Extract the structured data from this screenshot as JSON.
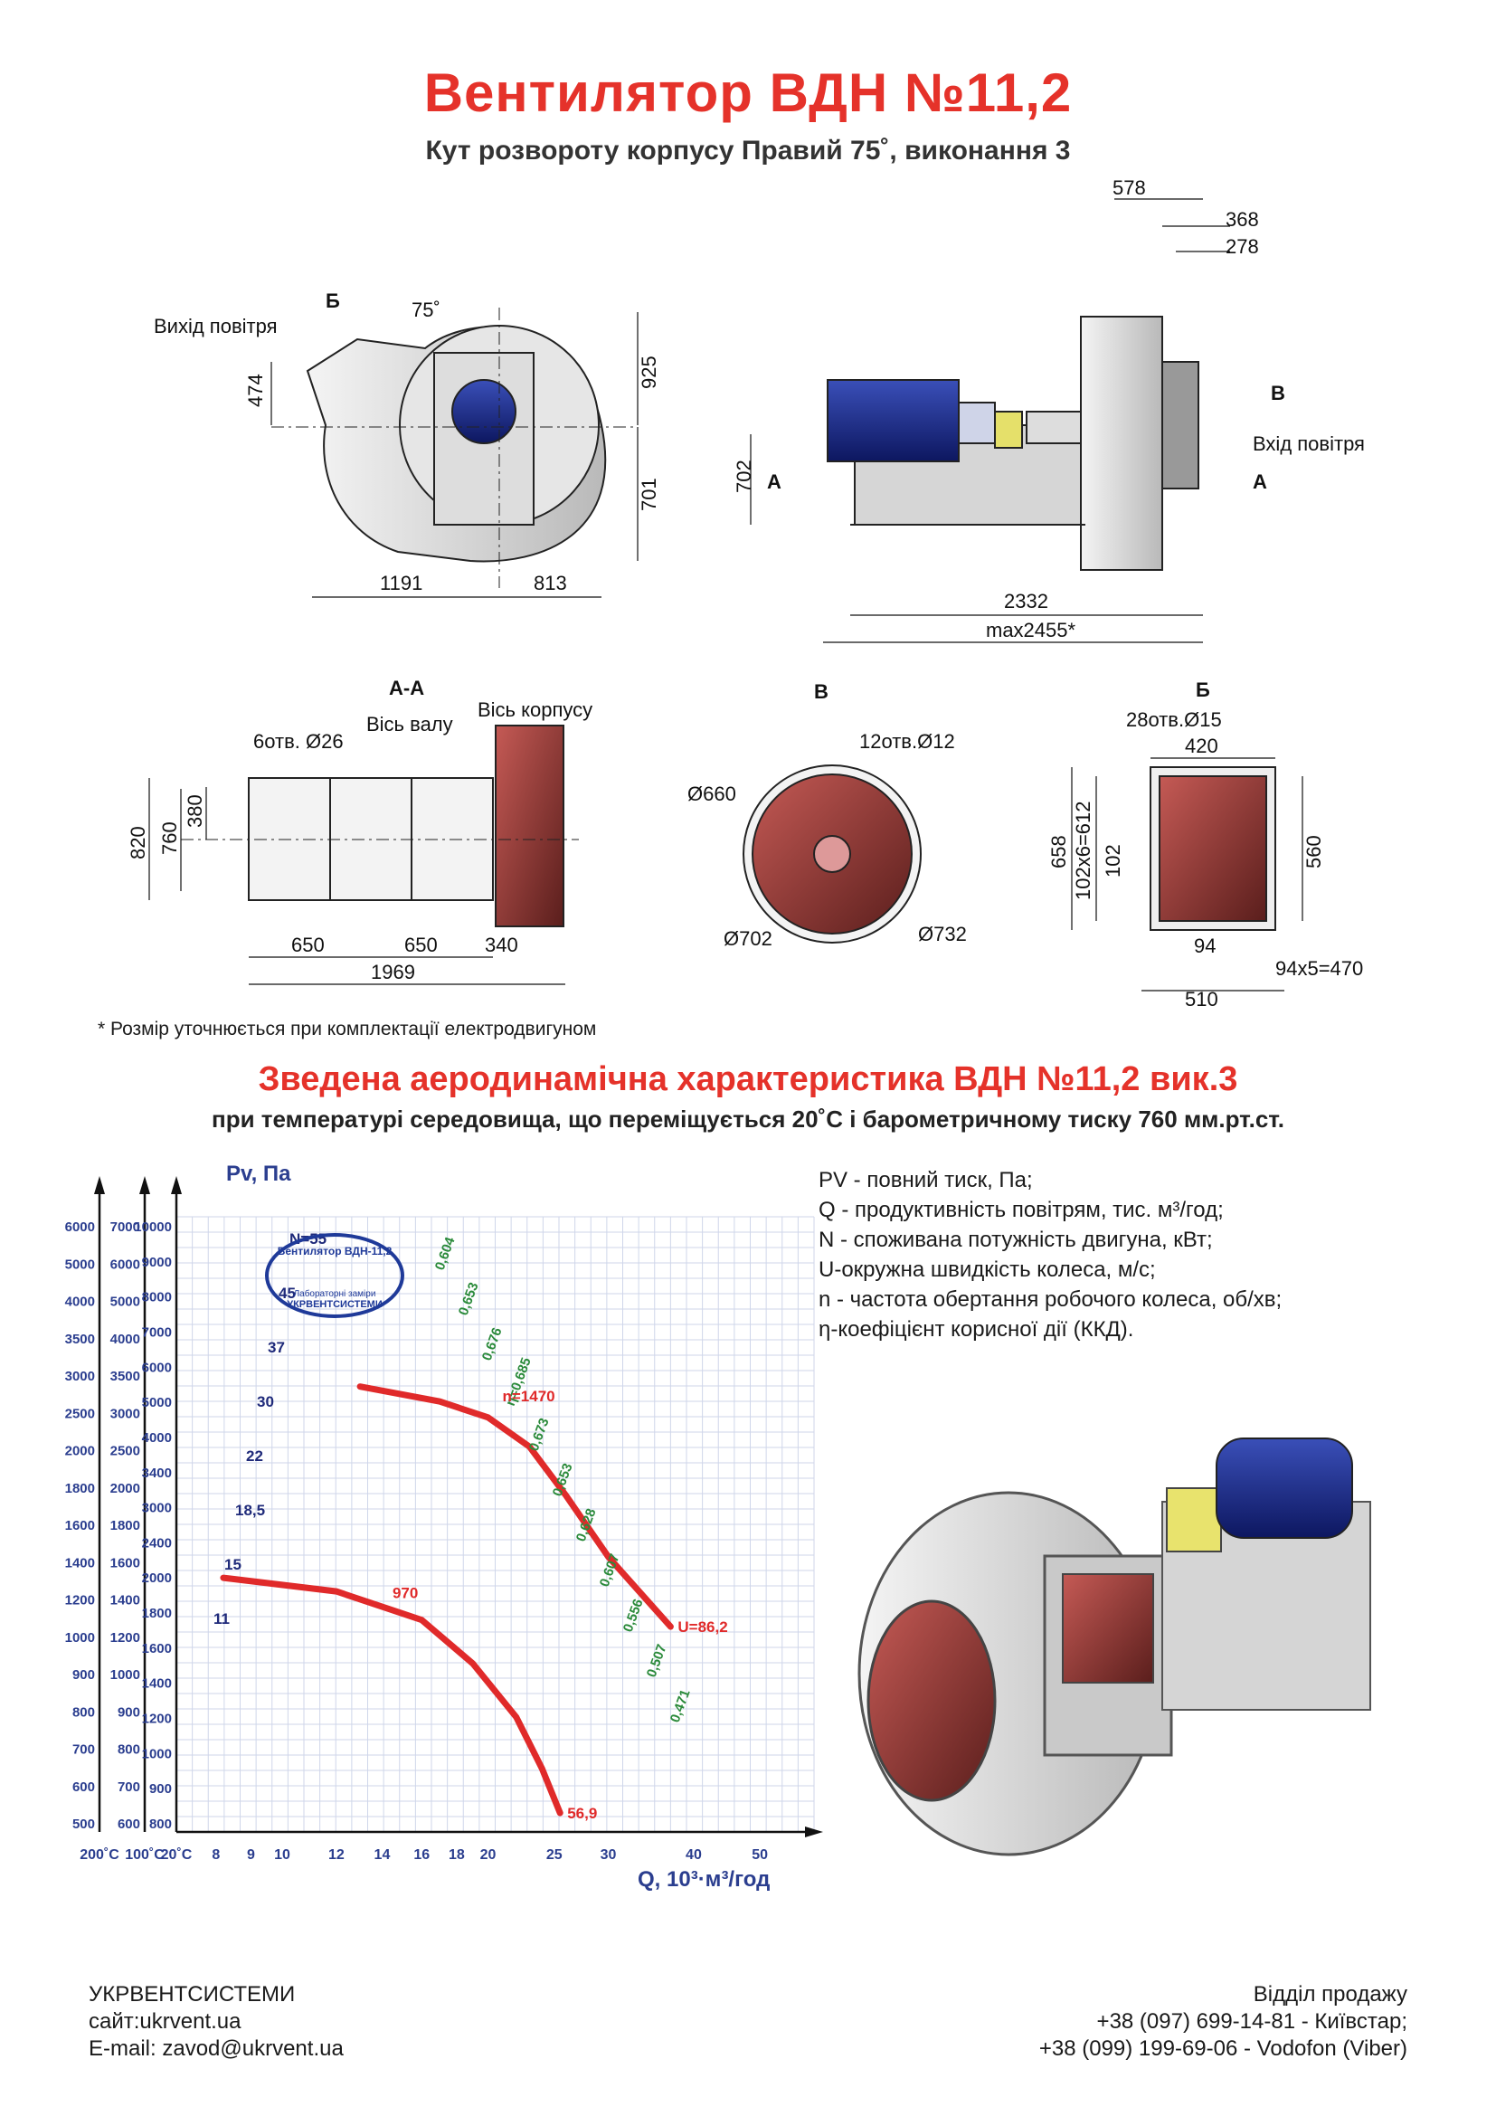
{
  "title": "Вентилятор  ВДН №11,2",
  "subtitle": "Кут розвороту корпусу Правий 75˚, виконання 3",
  "watermark": "ukrvent.ua",
  "side_view": {
    "label_outlet": "Вихід повітря",
    "label_b": "Б",
    "angle": "75˚",
    "dims": {
      "d474": "474",
      "d925": "925",
      "d701": "701",
      "d1191": "1191",
      "d813": "813"
    }
  },
  "front_view": {
    "dims": {
      "d578": "578",
      "d368": "368",
      "d278": "278",
      "d702": "702",
      "d2332": "2332",
      "dmax": "max2455*"
    },
    "label_a_left": "А",
    "label_a_right": "А",
    "label_b": "В",
    "label_inlet": "Вхід повітря"
  },
  "section_aa": {
    "title": "А-А",
    "holes": "6отв. Ø26",
    "shaft_axis": "Вісь валу",
    "housing_axis": "Вісь корпусу",
    "dims": {
      "d820": "820",
      "d760": "760",
      "d380": "380",
      "d650a": "650",
      "d650b": "650",
      "d340": "340",
      "d1969": "1969"
    }
  },
  "section_v": {
    "title": "В",
    "holes": "12отв.Ø12",
    "d660": "Ø660",
    "d702": "Ø702",
    "d732": "Ø732"
  },
  "section_b": {
    "title": "Б",
    "holes": "28отв.Ø15",
    "dims": {
      "d420": "420",
      "d658": "658",
      "d102x6": "102x6=612",
      "d102": "102",
      "d560": "560",
      "d94": "94",
      "d94x5": "94x5=470",
      "d510": "510"
    }
  },
  "footnote": "* Розмір уточнюється при комплектації електродвигуном",
  "chart_heading": "Зведена аеродинамічна характеристика ВДН №11,2 вик.3",
  "chart_subheading": "при температурі середовища, що переміщується 20˚С і барометричному тиску 760 мм.рт.ст.",
  "legend": [
    "PV - повний тиск, Па;",
    "Q - продуктивність повітрям, тис. м³/год;",
    "N - споживана потужність двигуна, кВт;",
    "U-окружна швидкість колеса, м/с;",
    "n - частота обертання робочого колеса, об/хв;",
    "η-коефіцієнт корисної дії (ККД)."
  ],
  "chart_data": {
    "type": "line",
    "ylabel": "Pv, Па",
    "xlabel": "Q, 10³·м³/год",
    "x_axis_labels": [
      "200˚С",
      "100˚С",
      "20˚С"
    ],
    "x_ticks": [
      "8",
      "9",
      "10",
      "12",
      "14",
      "16",
      "18",
      "20",
      "25",
      "30",
      "40",
      "50"
    ],
    "y_scale_200C": [
      "6000",
      "5000",
      "4000",
      "3500",
      "3000",
      "2500",
      "2000",
      "1800",
      "1600",
      "1400",
      "1200",
      "1000",
      "900",
      "800",
      "700",
      "600",
      "500"
    ],
    "y_scale_100C": [
      "7000",
      "6000",
      "5000",
      "4000",
      "3500",
      "3000",
      "2500",
      "2000",
      "1800",
      "1600",
      "1400",
      "1200",
      "1000",
      "900",
      "800",
      "700",
      "600"
    ],
    "y_scale_20C": [
      "10000",
      "9000",
      "8000",
      "7000",
      "6000",
      "5000",
      "4000",
      "3400",
      "3000",
      "2400",
      "2000",
      "1800",
      "1600",
      "1400",
      "1200",
      "1000",
      "900",
      "800"
    ],
    "power_labels": [
      "N=55",
      "45",
      "37",
      "30",
      "22",
      "18,5",
      "15",
      "11"
    ],
    "efficiency_labels": [
      "0,604",
      "0,653",
      "0,676",
      "η=0,685",
      "0,673",
      "0,653",
      "0,628",
      "0,607",
      "0,556",
      "0,507",
      "0,471"
    ],
    "speed_labels": [
      "n=1470",
      "970"
    ],
    "tip_speed_labels": [
      "U=86,2",
      "56,9"
    ],
    "series": [
      {
        "name": "n=1470",
        "points": [
          [
            13,
            4800
          ],
          [
            17,
            4500
          ],
          [
            20,
            4200
          ],
          [
            23,
            3700
          ],
          [
            26,
            3000
          ],
          [
            30,
            2300
          ],
          [
            37,
            1700
          ]
        ]
      },
      {
        "name": "970",
        "points": [
          [
            8.2,
            2100
          ],
          [
            12,
            1980
          ],
          [
            16,
            1750
          ],
          [
            19,
            1450
          ],
          [
            22,
            1150
          ],
          [
            24,
            920
          ],
          [
            25.5,
            760
          ]
        ]
      }
    ],
    "logo": {
      "line1": "Вентилятор ВДН-11,2",
      "line2": "Лабораторні заміри",
      "line3": "УКРВЕНТСИСТЕМИ"
    }
  },
  "footer": {
    "company": "УКРВЕНТСИСТЕМИ",
    "site": "сайт:ukrvent.ua",
    "email": "E-mail: zavod@ukrvent.ua",
    "sales": "Відділ продажу",
    "phone1": "+38 (097) 699-14-81 - Київстар;",
    "phone2": "+38 (099) 199-69-06 - Vodofon (Viber)"
  }
}
